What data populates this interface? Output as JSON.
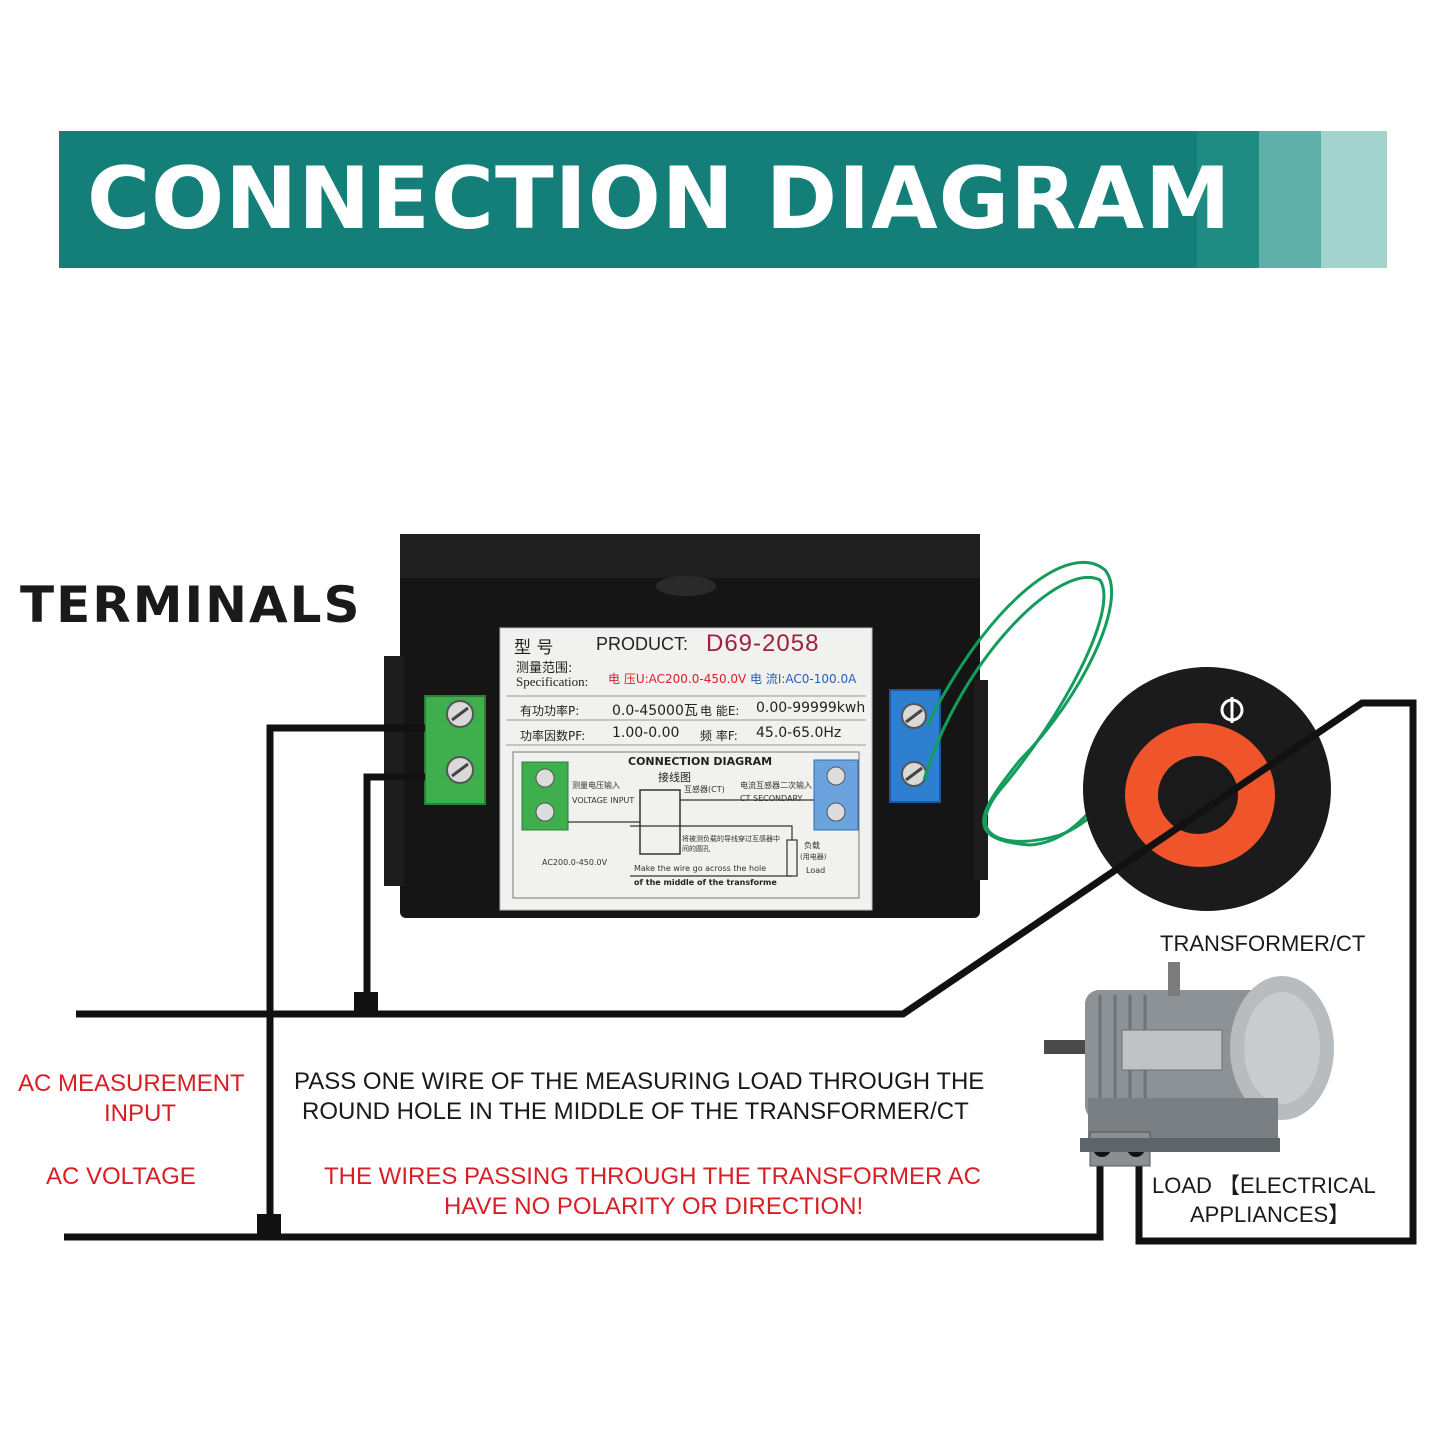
{
  "header": {
    "title": "CONNECTION DIAGRAM"
  },
  "labels": {
    "terminals": "TERMINALS",
    "transformer": "TRANSFORMER/CT",
    "ac_measurement_line1": "AC MEASUREMENT",
    "ac_measurement_line2": "INPUT",
    "ac_voltage": "AC VOLTAGE",
    "instruction_line1": "PASS ONE WIRE OF THE MEASURING LOAD THROUGH THE",
    "instruction_line2": "ROUND HOLE IN THE MIDDLE OF THE TRANSFORMER/CT",
    "warning_line1": "THE WIRES PASSING THROUGH THE TRANSFORMER AC",
    "warning_line2": "HAVE NO POLARITY OR DIRECTION!",
    "load_line1": "LOAD 【ELECTRICAL",
    "load_line2": "APPLIANCES】"
  },
  "device_label": {
    "model_prefix": "型    号",
    "product_label": "PRODUCT:",
    "product_code": "D69-2058",
    "range_cn": "测量范围:",
    "spec_label": "Specification:",
    "voltage_spec": "电  压U:AC200.0-450.0V",
    "current_spec": "电  流I:AC0-100.0A",
    "power_label": "有功功率P:",
    "power_value": "0.0-45000瓦",
    "energy_label": "电  能E:",
    "energy_value": "0.00-99999kwh",
    "pf_label": "功率因数PF:",
    "pf_value": "1.00-0.00",
    "freq_label": "频  率F:",
    "freq_value": "45.0-65.0Hz",
    "inner_title": "CONNECTION DIAGRAM",
    "inner_title_cn": "接线图",
    "voltage_input_cn": "测量电压输入",
    "voltage_input": "VOLTAGE INPUT",
    "ct_cn": "互感器(CT)",
    "ct_secondary_cn": "电流互感器二次输入",
    "ct_secondary": "CT SECONDARY",
    "through_cn": "将被测负载的导线穿过互感器中间的圆孔",
    "through_en_1": "Make the wire go across the hole",
    "through_en_2": "of the middle of the transforme",
    "load_cn": "负载",
    "load_cn_2": "(用电器)",
    "load_en": "Load",
    "ac_range": "AC200.0-450.0V"
  },
  "colors": {
    "banner": "#137f78",
    "banner_stripe_1": "#1f8c84",
    "banner_stripe_2": "#5fb0a8",
    "banner_stripe_3": "#a2d3cd",
    "red_text": "#d81f26",
    "terminal_green": "#3fae4c",
    "terminal_blue": "#2f7fd1",
    "ct_orange": "#f0542a",
    "wire_green": "#149c5d"
  },
  "icons": [
    "screw-terminal-icon",
    "current-transformer-icon",
    "motor-icon",
    "phase-symbol-icon"
  ]
}
